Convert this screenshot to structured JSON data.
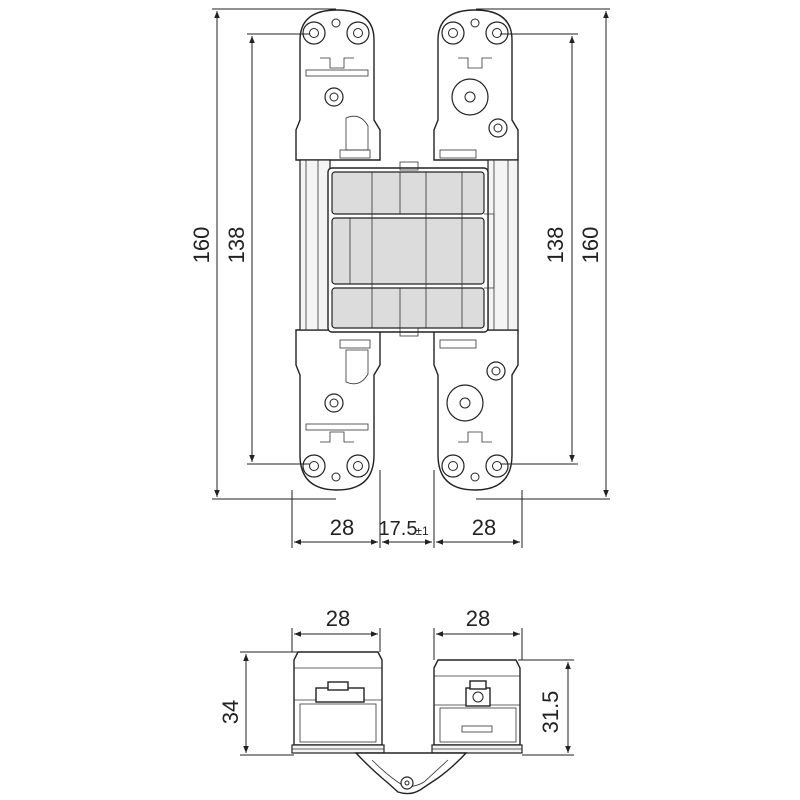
{
  "dimensions": {
    "front_view": {
      "overall_height_left": "160",
      "mount_height_left": "138",
      "mount_height_right": "138",
      "overall_height_right": "160",
      "left_leaf_width": "28",
      "gap": "17.5",
      "gap_tolerance": "±1",
      "right_leaf_width": "28"
    },
    "top_view": {
      "left_leaf_width": "28",
      "right_leaf_width": "28",
      "left_depth": "34",
      "right_depth": "31.5"
    }
  }
}
